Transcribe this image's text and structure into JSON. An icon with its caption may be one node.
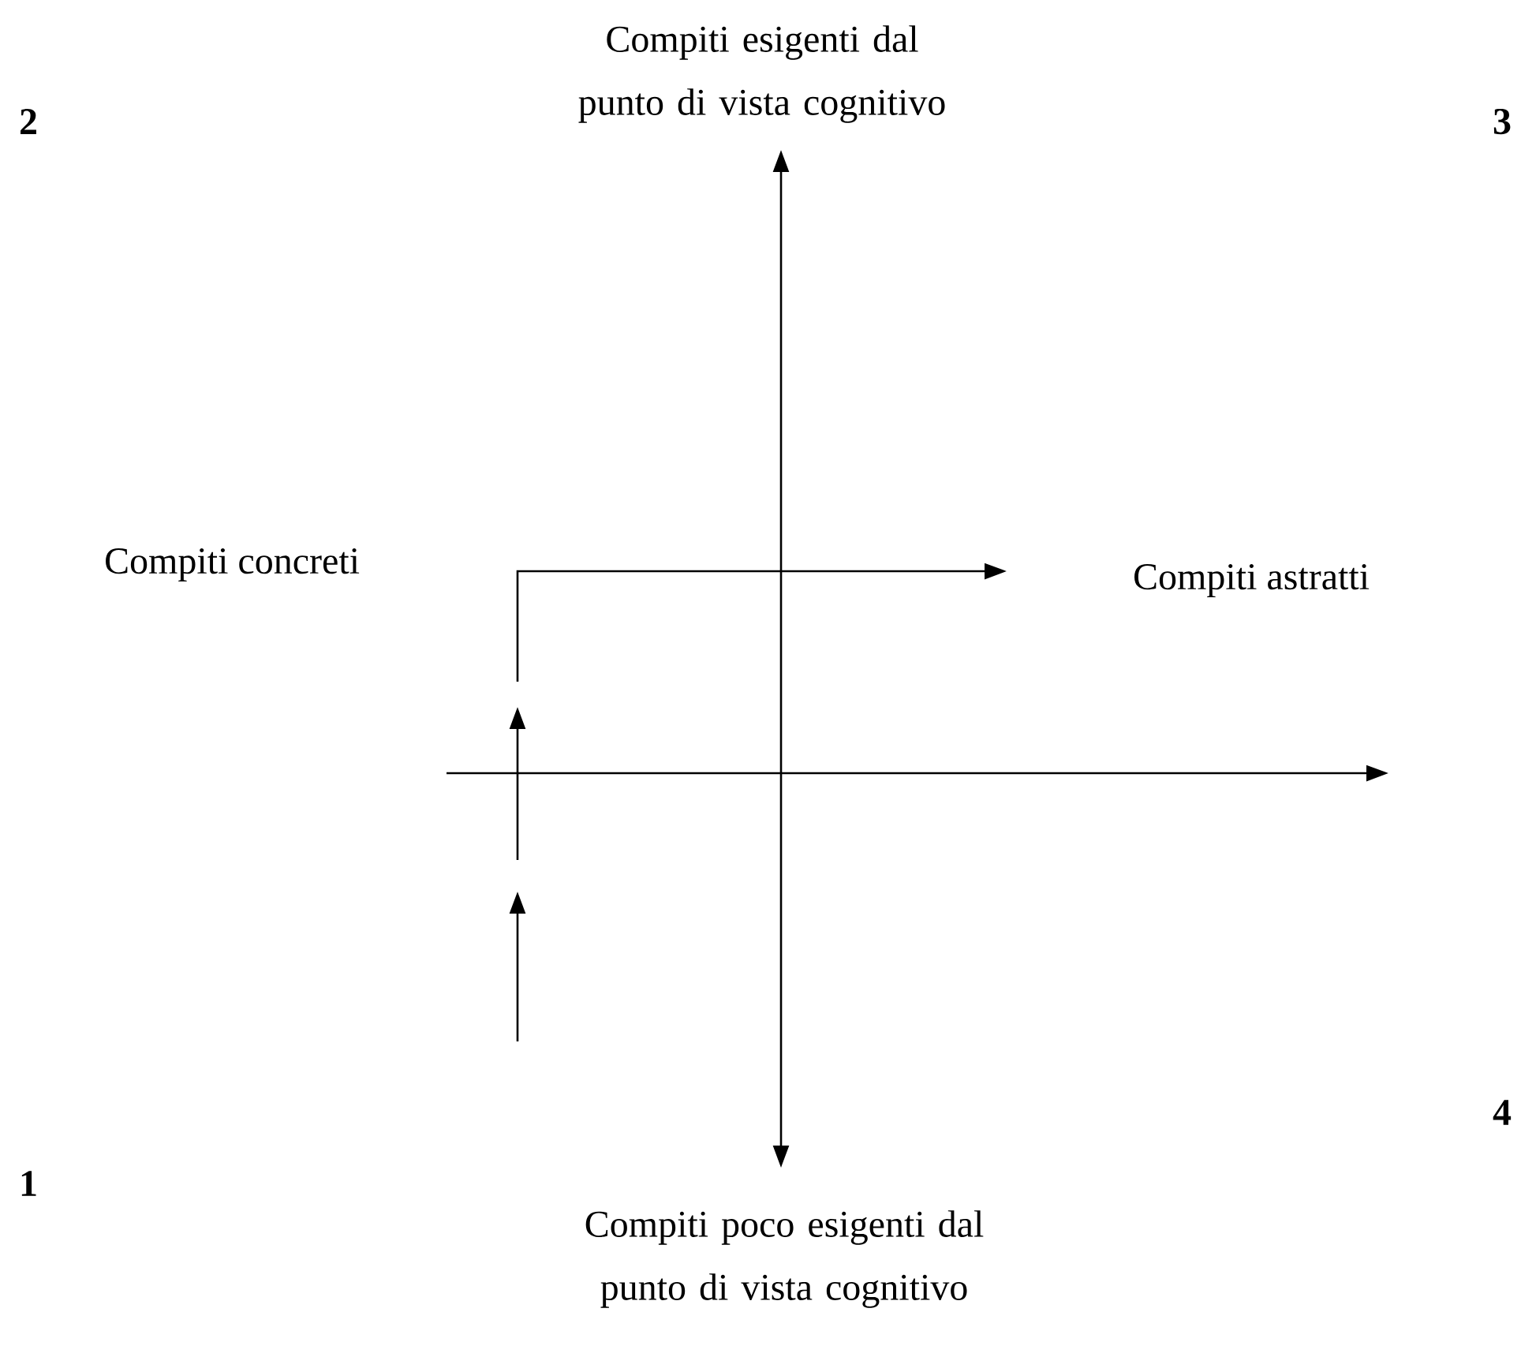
{
  "diagram": {
    "labels": [
      "Compiti esigenti dal punto di vista cognitivo",
      "2",
      "3",
      "Compiti concreti",
      "Compiti astratti",
      "4",
      "1",
      "Compiti poco esigenti dal punto di vista cognitivo"
    ]
  }
}
